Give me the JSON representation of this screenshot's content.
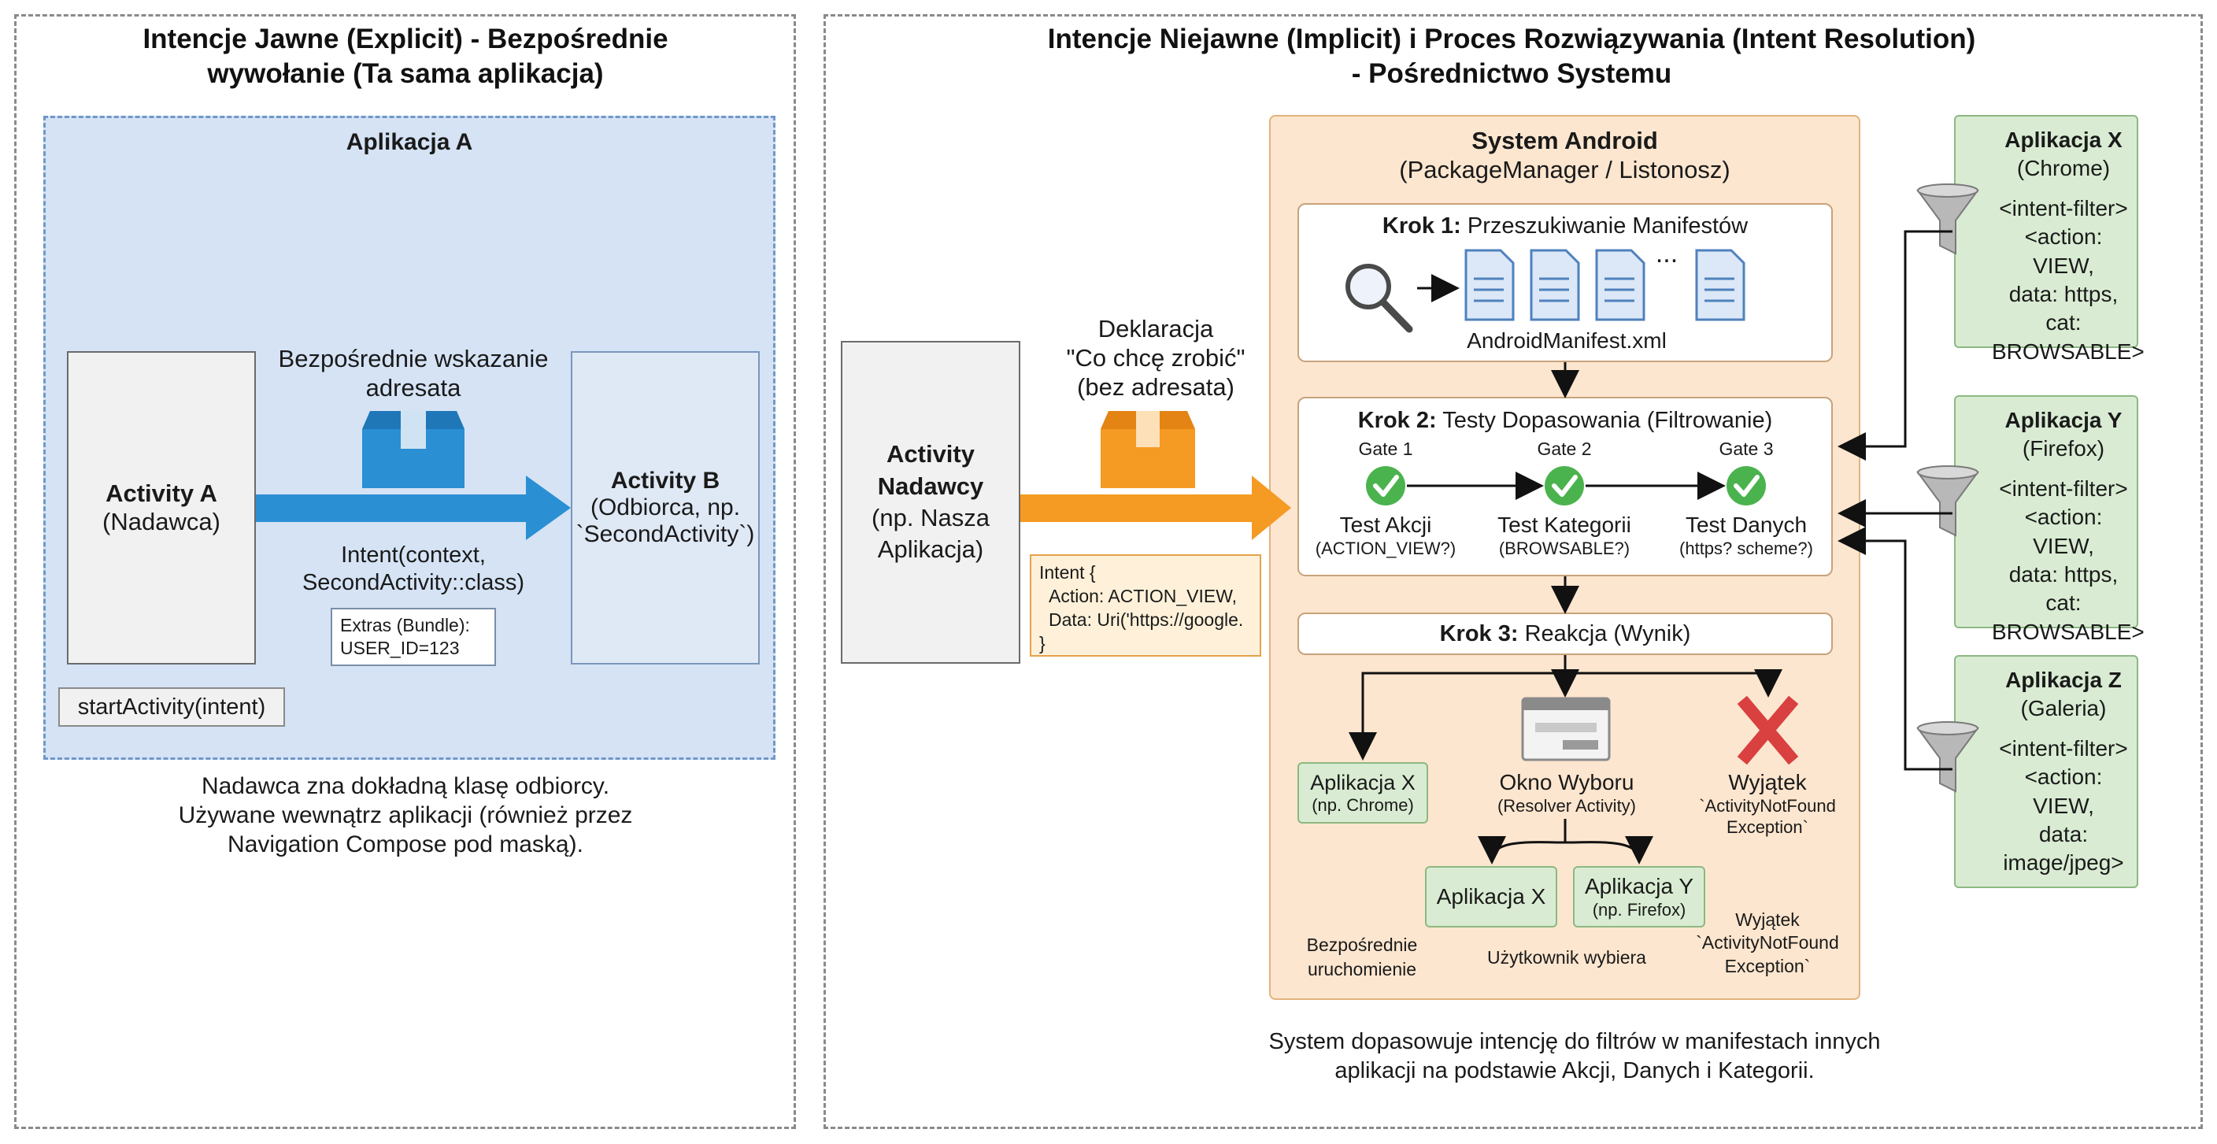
{
  "left": {
    "title_line1": "Intencje Jawne (Explicit) - Bezpośrednie",
    "title_line2": "wywołanie (Ta sama aplikacja)",
    "app_label": "Aplikacja A",
    "activity_a_name": "Activity A",
    "activity_a_role": "(Nadawca)",
    "activity_b_name": "Activity B",
    "activity_b_role_line1": "(Odbiorca, np.",
    "activity_b_role_line2": "`SecondActivity`)",
    "direct_label_line1": "Bezpośrednie wskazanie",
    "direct_label_line2": "adresata",
    "intent_line1": "Intent(context,",
    "intent_line2": "SecondActivity::class)",
    "extras_line1": "Extras (Bundle):",
    "extras_line2": "USER_ID=123",
    "start_activity": "startActivity(intent)",
    "caption_line1": "Nadawca zna dokładną klasę odbiorcy.",
    "caption_line2": "Używane wewnątrz aplikacji (również przez",
    "caption_line3": "Navigation Compose pod maską)."
  },
  "right": {
    "title_line1": "Intencje Niejawne (Implicit) i Proces Rozwiązywania (Intent Resolution)",
    "title_line2": "- Pośrednictwo Systemu",
    "sender_line1": "Activity",
    "sender_line2": "Nadawcy",
    "sender_line3": "(np. Nasza",
    "sender_line4": "Aplikacja)",
    "declaration_line1": "Deklaracja",
    "declaration_line2": "\"Co chcę zrobić\"",
    "declaration_line3": "(bez adresata)",
    "intent_note_line1": "Intent {",
    "intent_note_line2": "Action: ACTION_VIEW,",
    "intent_note_line3": "Data: Uri('https://google.",
    "intent_note_line4": "}",
    "system_title": "System Android",
    "system_subtitle": "(PackageManager / Listonosz)",
    "step1_bold": "Krok 1:",
    "step1_text": " Przeszukiwanie Manifestów",
    "manifest_label": "AndroidManifest.xml",
    "manifest_ellipsis": "...",
    "step2_bold": "Krok 2:",
    "step2_text": " Testy Dopasowania (Filtrowanie)",
    "gates": [
      {
        "gate": "Gate 1",
        "test": "Test Akcji",
        "detail": "(ACTION_VIEW?)"
      },
      {
        "gate": "Gate 2",
        "test": "Test Kategorii",
        "detail": "(BROWSABLE?)"
      },
      {
        "gate": "Gate 3",
        "test": "Test Danych",
        "detail": "(https? scheme?)"
      }
    ],
    "step3_bold": "Krok 3:",
    "step3_text": " Reakcja (Wynik)",
    "result_app_x_line1": "Aplikacja X",
    "result_app_x_line2": "(np. Chrome)",
    "chooser_line1": "Okno Wyboru",
    "chooser_line2": "(Resolver Activity)",
    "exception_line1": "Wyjątek",
    "exception_line2": "`ActivityNotFound",
    "exception_line3": "Exception`",
    "choice_app_x": "Aplikacja X",
    "choice_app_y_line1": "Aplikacja Y",
    "choice_app_y_line2": "(np. Firefox)",
    "bottom_direct_line1": "Bezpośrednie",
    "bottom_direct_line2": "uruchomienie",
    "bottom_user_choice": "Użytkownik wybiera",
    "bottom_exception_line1": "Wyjątek",
    "bottom_exception_line2": "`ActivityNotFound",
    "bottom_exception_line3": "Exception`",
    "caption_line1": "System dopasowuje intencję do filtrów w manifestach innych",
    "caption_line2": "aplikacji na podstawie Akcji, Danych i Kategorii."
  },
  "apps": [
    {
      "name": "Aplikacja X",
      "sub": "(Chrome)",
      "filter": "<intent-filter>",
      "l1": "<action: VIEW,",
      "l2": "data: https, cat:",
      "l3": "BROWSABLE>"
    },
    {
      "name": "Aplikacja Y",
      "sub": "(Firefox)",
      "filter": "<intent-filter>",
      "l1": "<action: VIEW,",
      "l2": "data: https, cat:",
      "l3": "BROWSABLE>"
    },
    {
      "name": "Aplikacja Z",
      "sub": "(Galeria)",
      "filter": "<intent-filter>",
      "l1": "<action: VIEW,",
      "l2": "data: image/jpeg>",
      "l3": ""
    }
  ],
  "colors": {
    "blue_area": "#d5e3f5",
    "blue_arrow": "#2b8fd4",
    "orange_area": "#fde6cf",
    "orange_arrow": "#f59a22",
    "green_box": "#d9ecd3",
    "check_green": "#4bb34e",
    "cross_red": "#d94040"
  }
}
